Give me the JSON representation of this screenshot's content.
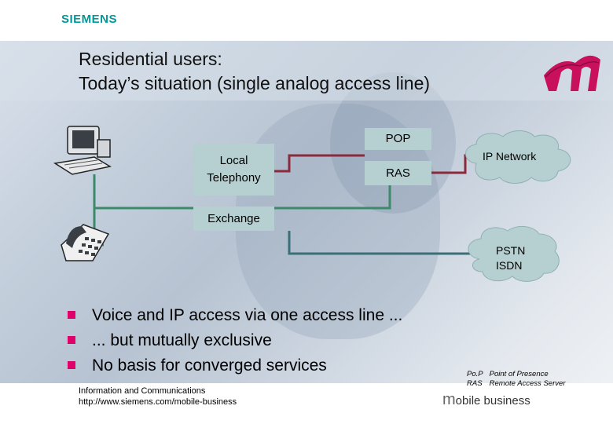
{
  "brand": "SIEMENS",
  "title": {
    "line1": "Residential users:",
    "line2": "Today’s situation (single analog access line)"
  },
  "diagram": {
    "local_telephony": [
      "Local",
      "Telephony"
    ],
    "exchange": "Exchange",
    "pop": "POP",
    "ras": "RAS",
    "ip_network": "IP Network",
    "pstn": "PSTN",
    "isdn": "ISDN"
  },
  "bullets": [
    "Voice and IP access via one access line ...",
    "... but mutually exclusive",
    "No basis for converged services"
  ],
  "footer": {
    "line1": "Information and Communications",
    "line2": "http://www.siemens.com/mobile-business"
  },
  "legend": [
    {
      "abbr": "Po.P",
      "meaning": "Point of Presence"
    },
    {
      "abbr": "RAS",
      "meaning": "Remote Access Server"
    }
  ],
  "mobile_logo": {
    "m": "m",
    "rest": "obile business"
  },
  "colors": {
    "brand": "#009999",
    "bullet": "#e0006a",
    "box_fill": "#b6d0d2",
    "line_red": "#8b2a3c",
    "line_green": "#3c8a6a",
    "line_blue": "#3a6e78"
  }
}
